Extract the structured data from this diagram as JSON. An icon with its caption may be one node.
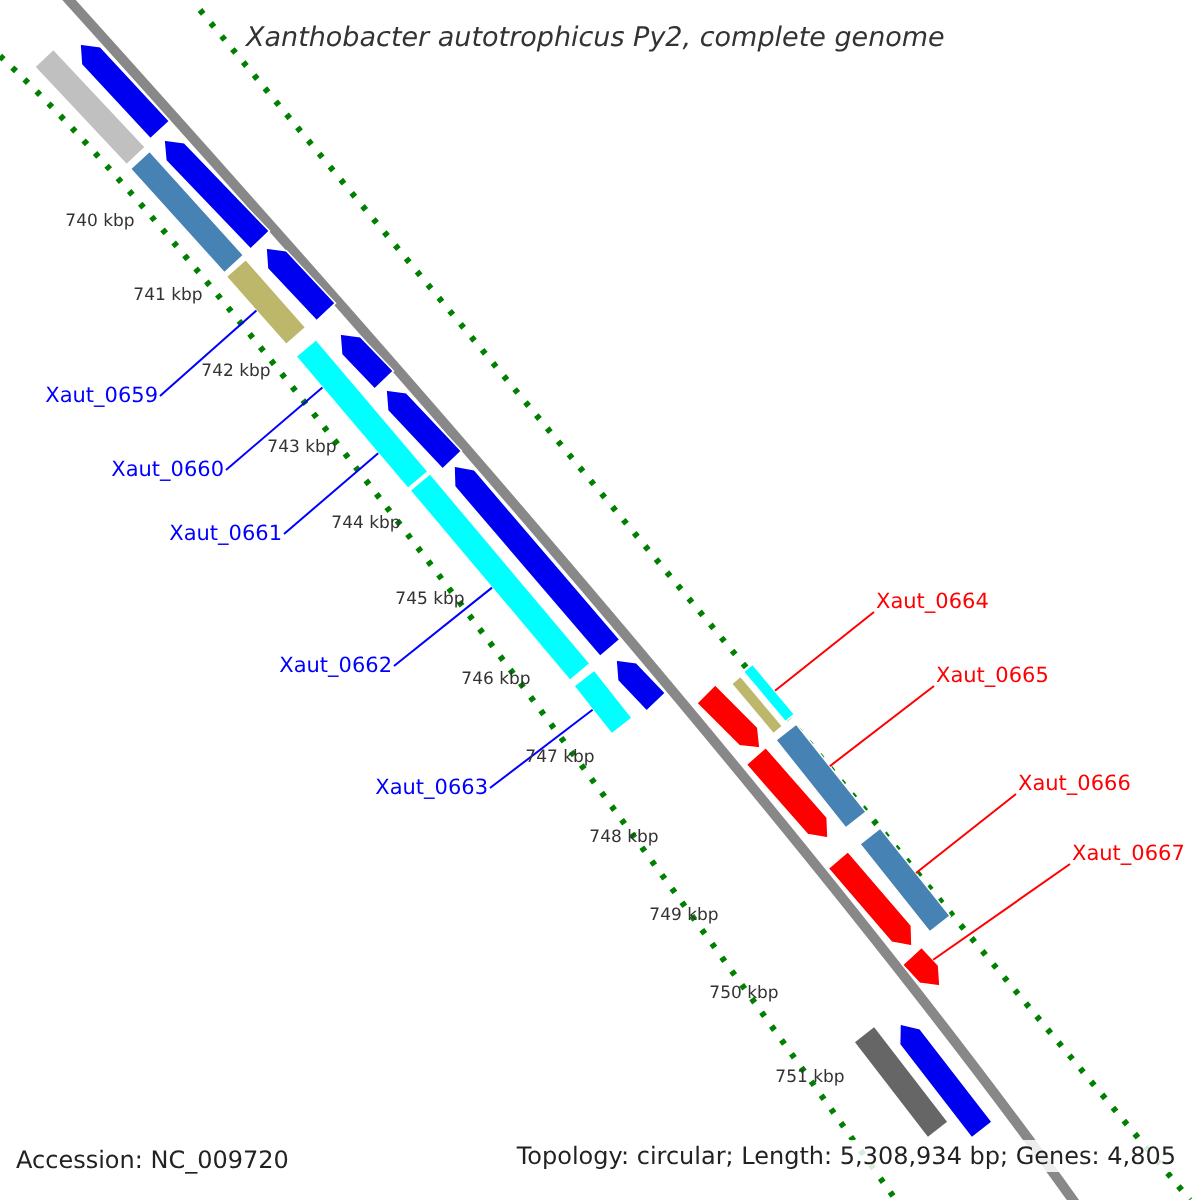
{
  "diagram": {
    "title": "Xanthobacter autotrophicus Py2, complete genome",
    "nodes": [
      {
        "text": [
          "Xaut_0659"
        ]
      },
      {
        "text": [
          "Xaut_0660"
        ]
      },
      {
        "text": [
          "Xaut_0661"
        ]
      },
      {
        "text": [
          "Xaut_0662"
        ]
      },
      {
        "text": [
          "Xaut_0663"
        ]
      },
      {
        "text": [
          "Xaut_0664"
        ]
      },
      {
        "text": [
          "Xaut_0665"
        ]
      },
      {
        "text": [
          "Xaut_0666"
        ]
      },
      {
        "text": [
          "Xaut_0667"
        ]
      },
      {
        "text": [],
        "shape": "arrow"
      },
      {
        "text": [],
        "shape": "bar"
      },
      {
        "text": [],
        "shape": "arrow"
      },
      {
        "text": [],
        "shape": "bar"
      },
      {
        "text": [],
        "shape": "arrow"
      },
      {
        "text": [],
        "shape": "bar"
      },
      {
        "text": [],
        "shape": "arrow"
      },
      {
        "text": [],
        "shape": "bar"
      },
      {
        "text": [],
        "shape": "arrow"
      },
      {
        "text": [],
        "shape": "arrow"
      },
      {
        "text": [],
        "shape": "bar"
      },
      {
        "text": [],
        "shape": "arrow"
      },
      {
        "text": [],
        "shape": "bar"
      },
      {
        "text": [],
        "shape": "bar"
      },
      {
        "text": [],
        "shape": "bar"
      },
      {
        "text": [],
        "shape": "arrow"
      },
      {
        "text": [],
        "shape": "bar"
      },
      {
        "text": [],
        "shape": "arrow"
      },
      {
        "text": [],
        "shape": "bar"
      },
      {
        "text": [],
        "shape": "arrow"
      },
      {
        "text": [],
        "shape": "arrow"
      },
      {
        "text": [],
        "shape": "arrow"
      },
      {
        "text": [],
        "shape": "bar"
      }
    ],
    "edges": [
      {
        "from": 0,
        "to": 14,
        "arrow": "none"
      },
      {
        "from": 1,
        "to": 16,
        "arrow": "none"
      },
      {
        "from": 2,
        "to": 16,
        "arrow": "none"
      },
      {
        "from": 3,
        "to": 19,
        "arrow": "none"
      },
      {
        "from": 4,
        "to": 22,
        "arrow": "none"
      },
      {
        "from": 5,
        "to": 21,
        "arrow": "none",
        "color": "#ff0000"
      },
      {
        "from": 6,
        "to": 25,
        "arrow": "none",
        "color": "#ff0000"
      },
      {
        "from": 7,
        "to": 27,
        "arrow": "none",
        "color": "#ff0000"
      },
      {
        "from": 8,
        "to": 29,
        "arrow": "none",
        "color": "#ff0000"
      }
    ],
    "labels": [
      "740 kbp",
      "741 kbp",
      "742 kbp",
      "743 kbp",
      "744 kbp",
      "745 kbp",
      "746 kbp",
      "747 kbp",
      "748 kbp",
      "749 kbp",
      "750 kbp",
      "751 kbp",
      "Accession: NC_009720",
      "Topology: circular; Length: 5,308,934 bp; Genes: 4,805"
    ]
  }
}
